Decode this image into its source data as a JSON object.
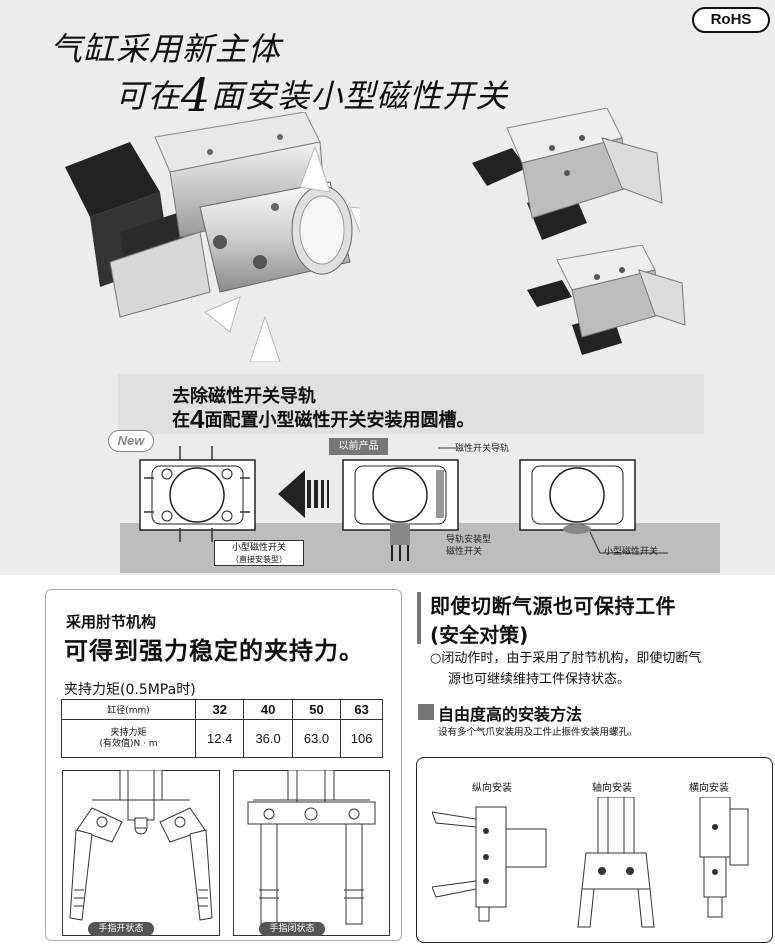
{
  "rohs": "RoHS",
  "hero": {
    "line1": "气缸采用新主体",
    "line2_pre": "可在",
    "line2_num": "4",
    "line2_post": "面安装小型磁性开关"
  },
  "feature": {
    "line1": "去除磁性开关导轨",
    "line2_pre": "在",
    "line2_num": "4",
    "line2_post": "面配置小型磁性开关安装用圆槽。"
  },
  "diagram": {
    "new_label": "New",
    "prev_label": "以前产品",
    "guide_rail": "磁性开关导轨",
    "rail_type_line1": "导轨安装型",
    "rail_type_line2": "磁性开关",
    "small_switch": "小型磁性开关",
    "callout_line1": "小型磁性开关",
    "callout_line2": "（直接安装型）"
  },
  "left_panel": {
    "heading1": "采用肘节机构",
    "heading2": "可得到强力稳定的夹持力。",
    "table_title": "夹持力矩(0.5MPa时)",
    "table": {
      "col_header": "缸径(mm)",
      "columns": [
        "32",
        "40",
        "50",
        "63"
      ],
      "row_header_line1": "夹持力矩",
      "row_header_line2": "(有效值)N · m",
      "values": [
        "12.4",
        "36.0",
        "63.0",
        "106"
      ]
    },
    "open_label": "手指开状态",
    "closed_label": "手指闭状态"
  },
  "right": {
    "heading1": "即使切断气源也可保持工件",
    "heading2": "(安全对策)",
    "para1": "○闭动作时，由于采用了肘节机构，即使切断气",
    "para2": "源也可继续维持工件保持状态。",
    "heading3": "自由度高的安装方法",
    "para3": "设有多个气爪安装用及工件止振件安装用螺孔。",
    "mount_labels": [
      "纵向安装",
      "轴向安装",
      "横向安装"
    ]
  }
}
